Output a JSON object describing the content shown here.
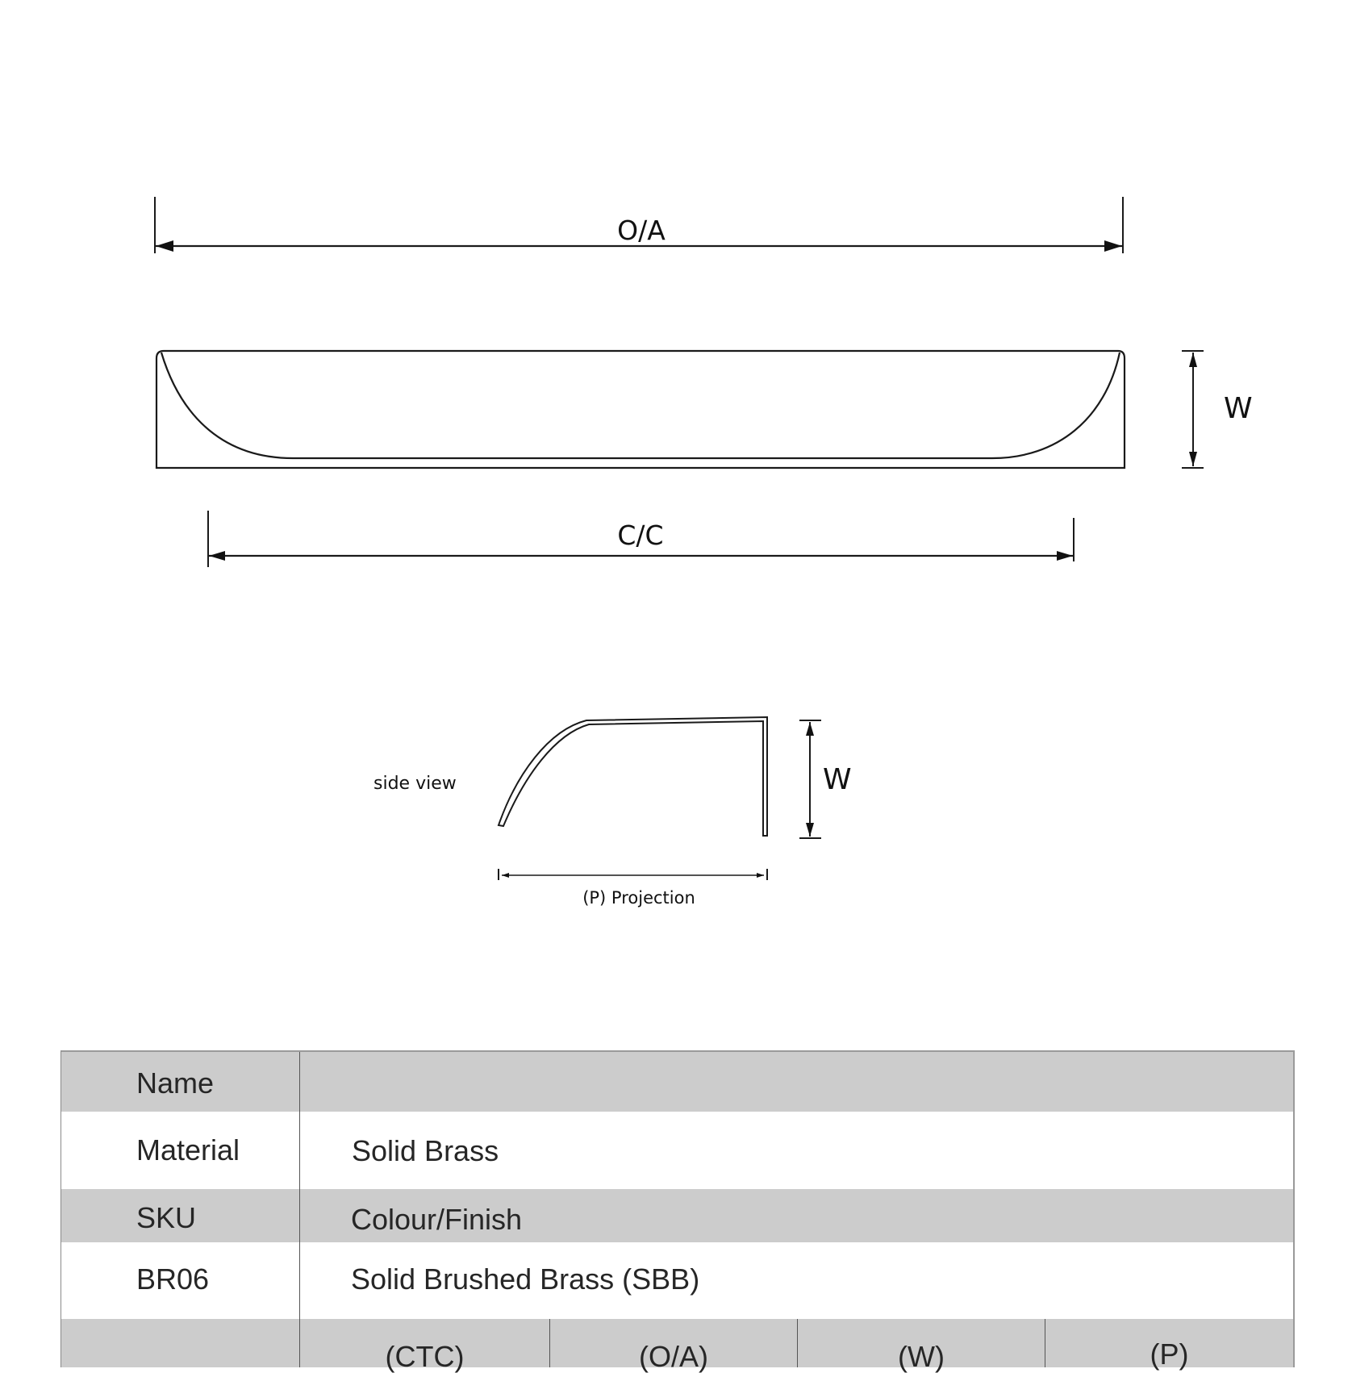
{
  "drawing": {
    "front_view": {
      "overall_label": "O/A",
      "centers_label": "C/C",
      "width_label": "W"
    },
    "side_view": {
      "caption": "side view",
      "width_label": "W",
      "projection_label": "(P) Projection"
    }
  },
  "spec_table": {
    "rows": [
      {
        "label": "Name",
        "value": ""
      },
      {
        "label": "Material",
        "value": "Solid Brass"
      },
      {
        "label": "SKU",
        "value": "Colour/Finish"
      },
      {
        "label": "BR06",
        "value": "Solid Brushed Brass (SBB)"
      }
    ],
    "dimension_header": {
      "label": "",
      "columns": [
        "(CTC)",
        "(O/A)",
        "(W)",
        "(P)"
      ]
    }
  },
  "colors": {
    "row_gray": "#cccccc",
    "row_white": "#ffffff",
    "line": "#1a1a1a",
    "text": "#262626"
  }
}
